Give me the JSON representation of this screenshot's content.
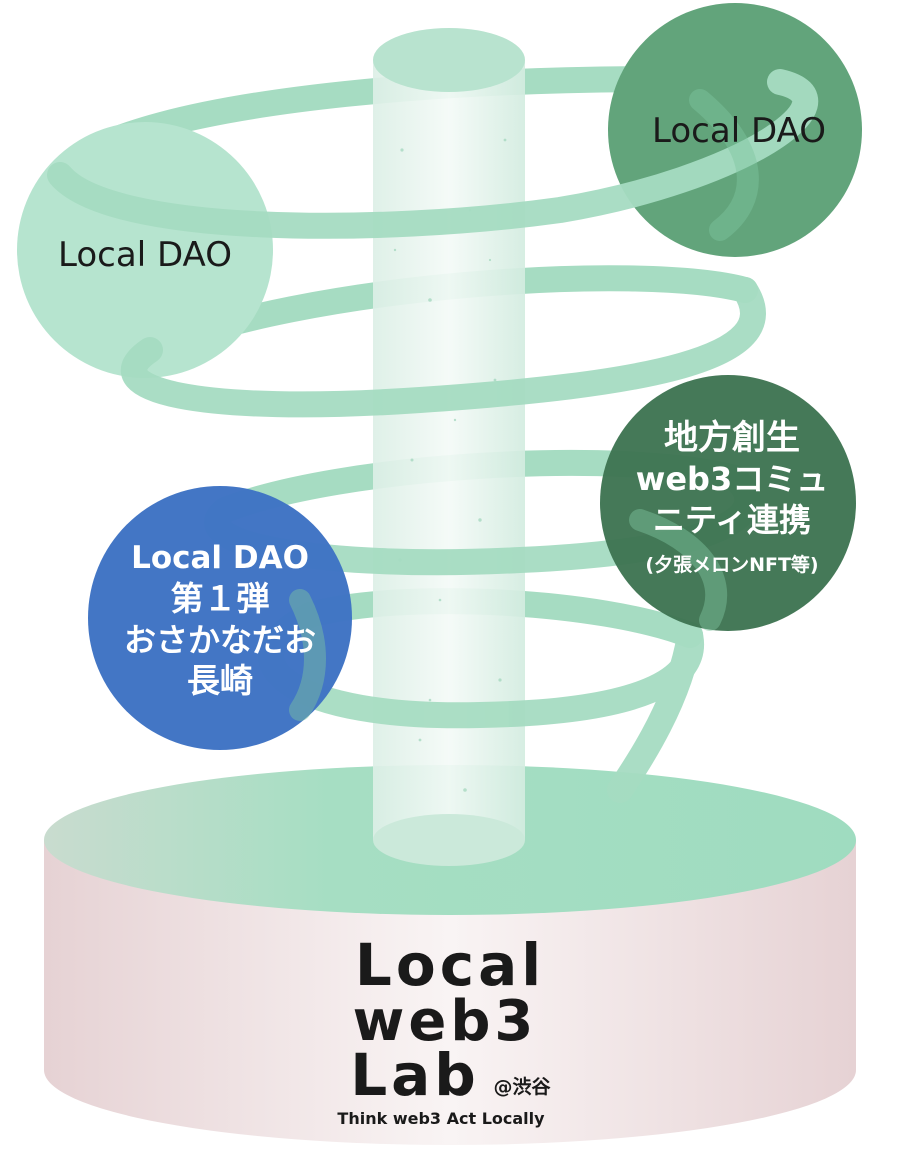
{
  "bubbles": {
    "top_left": {
      "label": "Local DAO"
    },
    "top_right": {
      "label": "Local DAO"
    },
    "right": {
      "line1": "地方創生",
      "line2": "web3コミュ",
      "line3": "ニティ連携",
      "line4": "(夕張メロンNFT等)"
    },
    "left": {
      "line1": "Local DAO",
      "line2": "第１弾",
      "line3": "おさかなだお",
      "line4": "長崎"
    }
  },
  "logo": {
    "line1": "Local",
    "line2": "web3",
    "line3": "Lab",
    "location": "@渋谷",
    "tagline": "Think web3 Act Locally"
  },
  "colors": {
    "spiral": "#a6dcc2",
    "pillar": "#cfece0",
    "bubble_light": "#b6e4cf",
    "bubble_mid": "#62a47b",
    "bubble_dark": "#3f7553",
    "bubble_blue": "#3f73c4",
    "base_top": "#9fdcc0",
    "base_side_light": "#f6eeee",
    "base_side_dark": "#e8d3d5",
    "logo_dark": "#1a1a1a",
    "logo_green": "#2f8a4e"
  }
}
